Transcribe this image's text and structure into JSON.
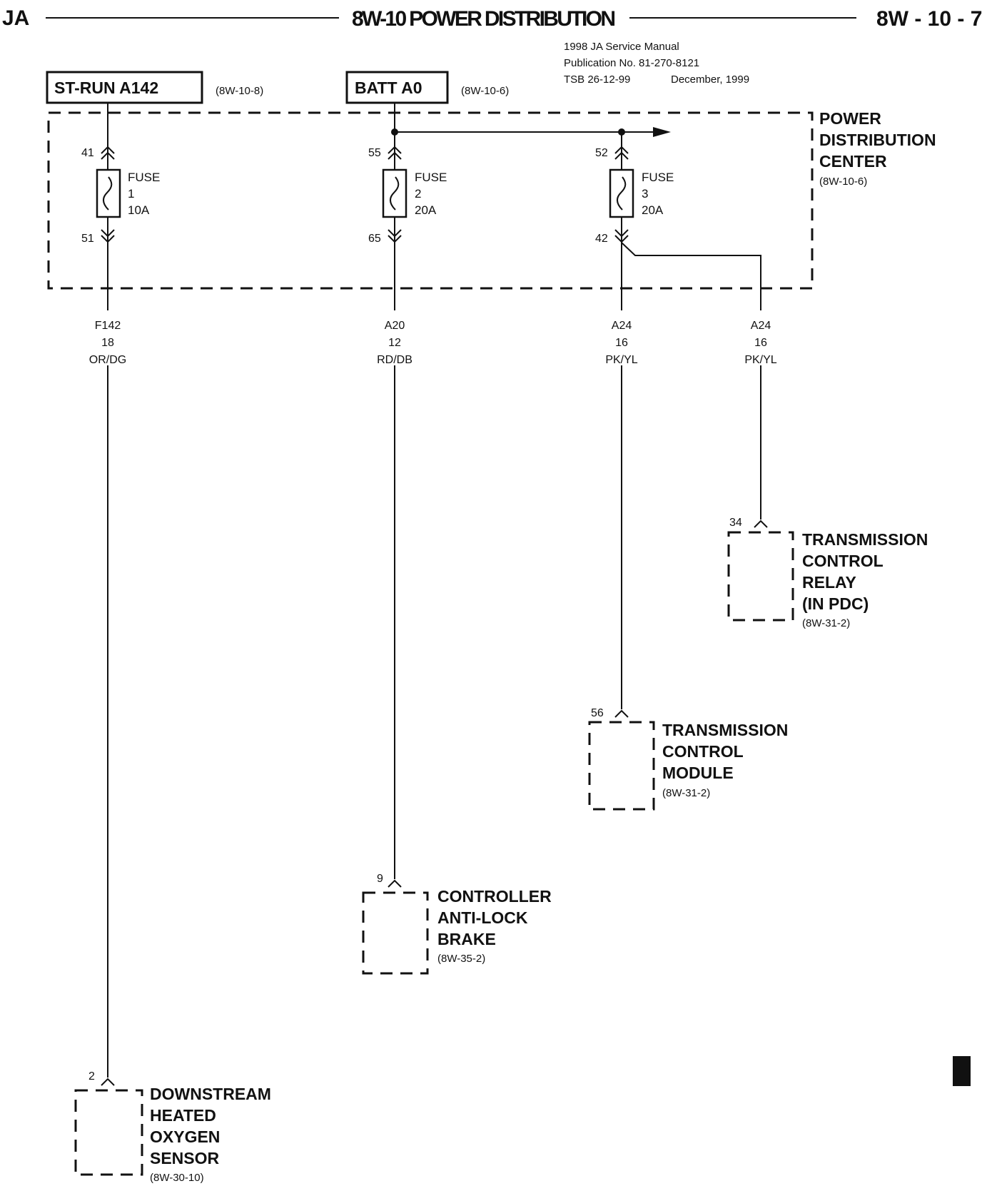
{
  "header": {
    "left": "JA",
    "title": "8W-10 POWER DISTRIBUTION",
    "page": "8W - 10 - 7"
  },
  "publication": {
    "line1": "1998 JA Service Manual",
    "line2": "Publication No. 81-270-8121",
    "line3_tsb": "TSB 26-12-99",
    "line3_date": "December, 1999"
  },
  "sources": [
    {
      "label": "ST-RUN A142",
      "ref": "(8W-10-8)"
    },
    {
      "label": "BATT A0",
      "ref": "(8W-10-6)"
    }
  ],
  "pdc": {
    "line1": "POWER",
    "line2": "DISTRIBUTION",
    "line3": "CENTER",
    "ref": "(8W-10-6)"
  },
  "fuses": [
    {
      "word": "FUSE",
      "number": "1",
      "rating": "10A",
      "pin_top": "41",
      "pin_bottom": "51"
    },
    {
      "word": "FUSE",
      "number": "2",
      "rating": "20A",
      "pin_top": "55",
      "pin_bottom": "65"
    },
    {
      "word": "FUSE",
      "number": "3",
      "rating": "20A",
      "pin_top": "52",
      "pin_bottom": "42"
    }
  ],
  "wires": [
    {
      "circuit": "F142",
      "gauge": "18",
      "color": "OR/DG"
    },
    {
      "circuit": "A20",
      "gauge": "12",
      "color": "RD/DB"
    },
    {
      "circuit": "A24",
      "gauge": "16",
      "color": "PK/YL"
    },
    {
      "circuit": "A24",
      "gauge": "16",
      "color": "PK/YL"
    }
  ],
  "components": [
    {
      "pin": "34",
      "lines": [
        "TRANSMISSION",
        "CONTROL",
        "RELAY",
        "(IN PDC)"
      ],
      "ref": "(8W-31-2)"
    },
    {
      "pin": "56",
      "lines": [
        "TRANSMISSION",
        "CONTROL",
        "MODULE"
      ],
      "ref": "(8W-31-2)"
    },
    {
      "pin": "9",
      "lines": [
        "CONTROLLER",
        "ANTI-LOCK",
        "BRAKE"
      ],
      "ref": "(8W-35-2)"
    },
    {
      "pin": "2",
      "lines": [
        "DOWNSTREAM",
        "HEATED",
        "OXYGEN",
        "SENSOR"
      ],
      "ref": "(8W-30-10)"
    }
  ]
}
